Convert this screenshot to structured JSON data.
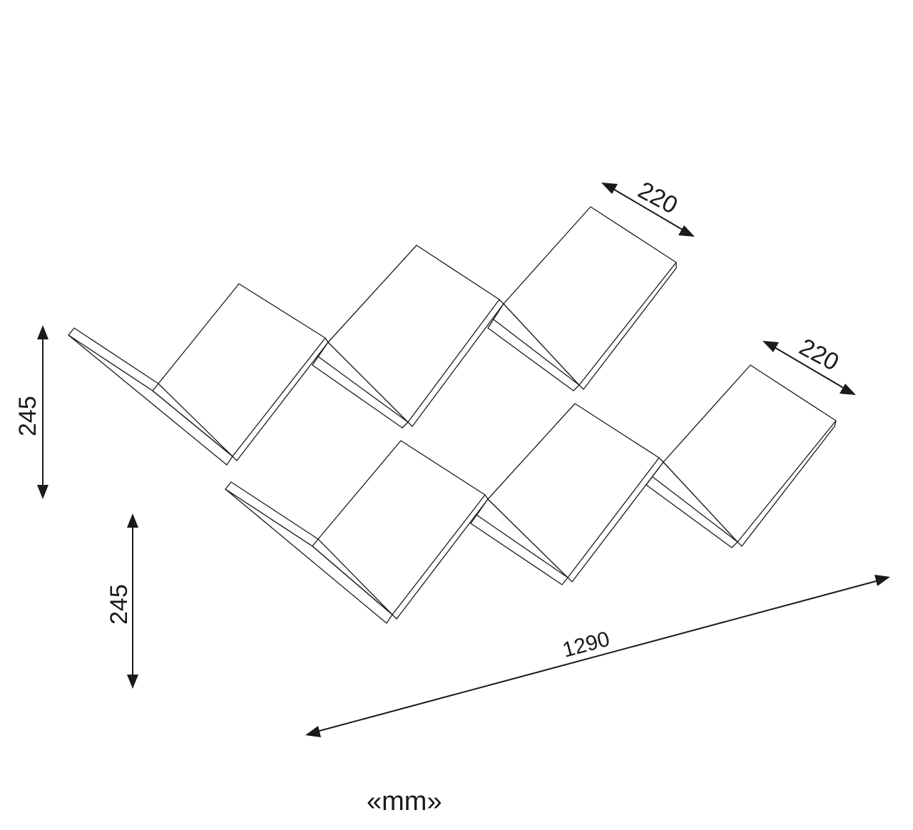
{
  "dimensions": {
    "top_depth": "220",
    "bottom_depth": "220",
    "upper_height": "245",
    "lower_height": "245",
    "total_width": "1290"
  },
  "unit_label": "«mm»",
  "colors": {
    "line": "#1a1a1a",
    "background": "#ffffff"
  }
}
